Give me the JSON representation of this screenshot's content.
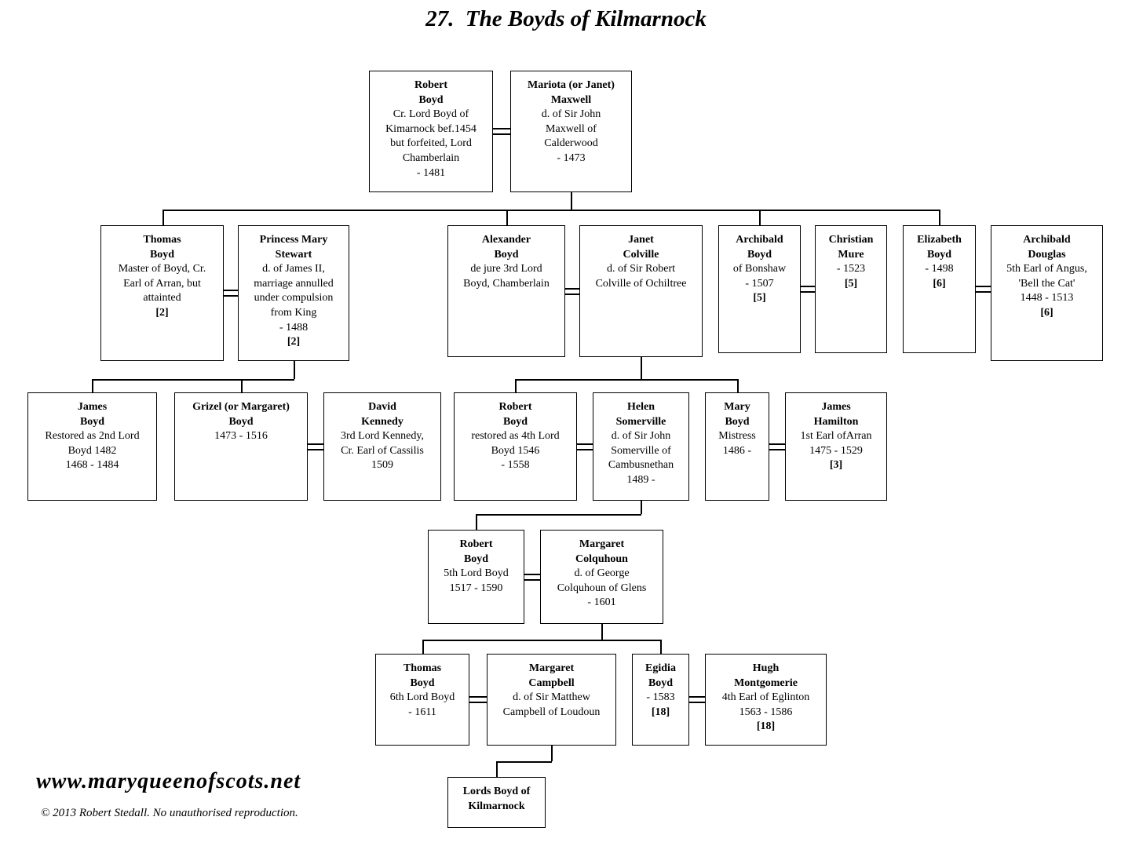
{
  "title": "27.  The Boyds of Kilmarnock",
  "footer": {
    "website": "www.maryqueenofscots.net",
    "copyright": "© 2013 Robert Stedall. No unauthorised reproduction."
  },
  "people": {
    "robert_boyd_1": {
      "name": "Robert\nBoyd",
      "details": "Cr. Lord Boyd of\nKimarnock bef.1454\nbut forfeited, Lord\nChamberlain\n- 1481"
    },
    "mariota_maxwell": {
      "name": "Mariota (or Janet)\nMaxwell",
      "details": "d. of Sir John\nMaxwell of\nCalderwood\n- 1473"
    },
    "thomas_boyd": {
      "name": "Thomas\nBoyd",
      "details": "Master of Boyd, Cr.\nEarl of Arran, but\nattainted",
      "ref": "[2]"
    },
    "mary_stewart": {
      "name": "Princess Mary\nStewart",
      "details": "d. of James II,\nmarriage annulled\nunder compulsion\nfrom King\n- 1488",
      "ref": "[2]"
    },
    "alexander_boyd": {
      "name": "Alexander\nBoyd",
      "details": "de jure 3rd Lord\nBoyd, Chamberlain"
    },
    "janet_colville": {
      "name": "Janet\nColville",
      "details": "d. of Sir Robert\nColville of Ochiltree"
    },
    "archibald_boyd": {
      "name": "Archibald\nBoyd",
      "details": "of Bonshaw\n- 1507",
      "ref": "[5]"
    },
    "christian_mure": {
      "name": "Christian\nMure",
      "details": "- 1523",
      "ref": "[5]"
    },
    "elizabeth_boyd": {
      "name": "Elizabeth\nBoyd",
      "details": "- 1498",
      "ref": "[6]"
    },
    "archibald_douglas": {
      "name": "Archibald\nDouglas",
      "details": "5th Earl of Angus,\n'Bell the Cat'\n1448 - 1513",
      "ref": "[6]"
    },
    "james_boyd": {
      "name": "James\nBoyd",
      "details": "Restored as 2nd Lord\nBoyd 1482\n1468 - 1484"
    },
    "grizel_boyd": {
      "name": "Grizel (or Margaret)\nBoyd",
      "details": "1473 - 1516"
    },
    "david_kennedy": {
      "name": "David\nKennedy",
      "details": "3rd Lord Kennedy,\nCr. Earl of Cassilis\n1509"
    },
    "robert_boyd_4": {
      "name": "Robert\nBoyd",
      "details": "restored as 4th Lord\nBoyd 1546\n- 1558"
    },
    "helen_somerville": {
      "name": "Helen\nSomerville",
      "details": "d. of Sir John\nSomerville of\nCambusnethan\n1489 -"
    },
    "mary_boyd": {
      "name": "Mary\nBoyd",
      "details": "Mistress\n1486 -"
    },
    "james_hamilton": {
      "name": "James\nHamilton",
      "details": "1st Earl ofArran\n1475 - 1529",
      "ref": "[3]"
    },
    "robert_boyd_5": {
      "name": "Robert\nBoyd",
      "details": "5th Lord Boyd\n1517 - 1590"
    },
    "margaret_colquhoun": {
      "name": "Margaret\nColquhoun",
      "details": "d. of George\nColquhoun of Glens\n- 1601"
    },
    "thomas_boyd_6": {
      "name": "Thomas\nBoyd",
      "details": "6th Lord Boyd\n- 1611"
    },
    "margaret_campbell": {
      "name": "Margaret\nCampbell",
      "details": "d. of Sir Matthew\nCampbell of Loudoun"
    },
    "egidia_boyd": {
      "name": "Egidia\nBoyd",
      "details": "- 1583",
      "ref": "[18]"
    },
    "hugh_montgomerie": {
      "name": "Hugh\nMontgomerie",
      "details": "4th Earl of Eglinton\n1563 - 1586",
      "ref": "[18]"
    },
    "lords_boyd": {
      "name": "Lords Boyd of\nKilmarnock"
    }
  }
}
